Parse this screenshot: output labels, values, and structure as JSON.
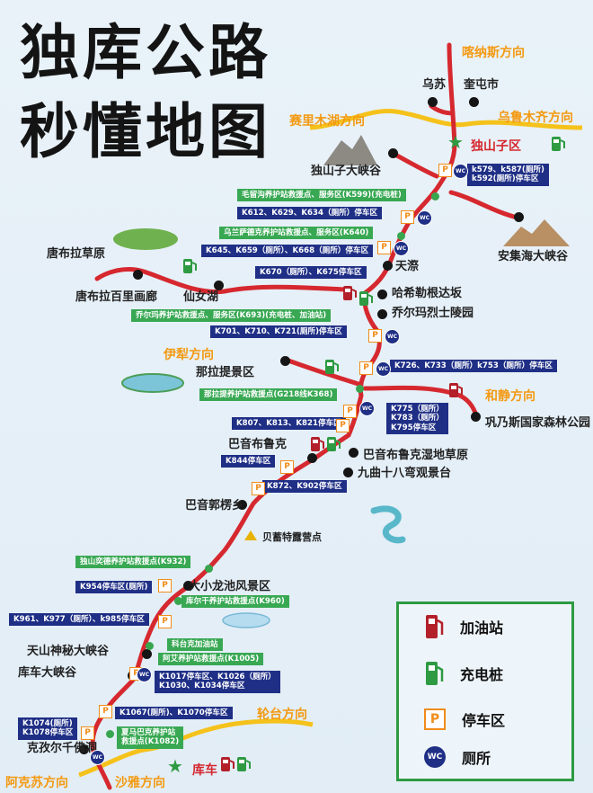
{
  "title_line1": "独库公路",
  "title_line2": "秒懂地图",
  "directions": {
    "kalamay": "喀纳斯方向",
    "sailimu": "赛里木湖方向",
    "urumqi": "乌鲁木齐方向",
    "yili": "伊犁方向",
    "hejing": "和静方向",
    "luntai": "轮台方向",
    "aksu": "阿克苏方向",
    "shaya": "沙雅方向"
  },
  "places": {
    "wusu": "乌苏",
    "kuitun": "奎屯市",
    "dushanzi": "独山子区",
    "dushanzi_canyon": "独山子大峡谷",
    "anjihai": "安集海大峡谷",
    "tangbula": "唐布拉草原",
    "tangbula_gallery": "唐布拉百里画廊",
    "xiannv": "仙女湖",
    "tianqi": "天漈",
    "haxi": "哈希勒根达坂",
    "qiaoerma": "乔尔玛烈士陵园",
    "nalati": "那拉提景区",
    "gongnaisi": "巩乃斯国家森林公园",
    "bayinbuluke": "巴音布鲁克",
    "bayin_wetland": "巴音布鲁克湿地草原",
    "jiuqu": "九曲十八弯观景台",
    "bayinguoleng": "巴音郭楞乡",
    "beiqite": "贝蓄特露营点",
    "dalongchi": "大小龙池风景区",
    "tianshan": "天山神秘大峡谷",
    "kuche_canyon": "库车大峡谷",
    "kizil": "克孜尔千佛洞",
    "kuche": "库车"
  },
  "boxes": {
    "b1": "k579、k587(厕所)",
    "b2": "k592(厕所)停车区",
    "g1": "毛留沟养护站救援点、服务区(K599)(充电桩)",
    "b3": "K612、K629、K634（厕所）停车区",
    "g2": "乌兰萨德克养护站救援点、服务区(K640)",
    "b4": "K645、K659（厕所）、K668（厕所）停车区",
    "b5": "K670（厕所）、K675停车区",
    "g3": "乔尔玛养护站救援点、服务区(K693)(充电桩、加油站)",
    "b6": "K701、K710、K721(厕所)停车区",
    "b7": "K726、K733（厕所）k753（厕所）停车区",
    "g4": "那拉提养护站救援点(G218线K368)",
    "b8a": "K775（厕所）",
    "b8b": "K783（厕所）",
    "b8c": "K795停车区",
    "b9": "K807、K813、K821停车区",
    "b10": "K844停车区",
    "b11": "K872、K902停车区",
    "g5": "独山奕德养护站救援点(K932)",
    "b12": "K954停车区(厕所)",
    "g6": "库尔干养护站救援点(K960)",
    "b13": "K961、K977（厕所）、k985停车区",
    "g7": "科台克加油站",
    "g8": "阿艾养护站救援点(K1005)",
    "b14a": "K1017停车区、K1026（厕所）",
    "b14b": "K1030、K1034停车区",
    "b15": "K1067(厕所)、K1070停车区",
    "b16a": "K1074(厕所)",
    "b16b": "K1078停车区",
    "g9a": "夏马巴克养护站",
    "g9b": "救援点(K1082)"
  },
  "icons": {
    "parking": "P",
    "toilet": "WC"
  },
  "legend": {
    "fuel_label": "加油站",
    "charge_label": "充电桩",
    "parking_label": "停车区",
    "toilet_label": "厕所"
  },
  "colors": {
    "road": "#d6282f",
    "navy": "#1f2f86",
    "green": "#38a853",
    "orange": "#f39a12",
    "yellow": "#f5c21b"
  }
}
